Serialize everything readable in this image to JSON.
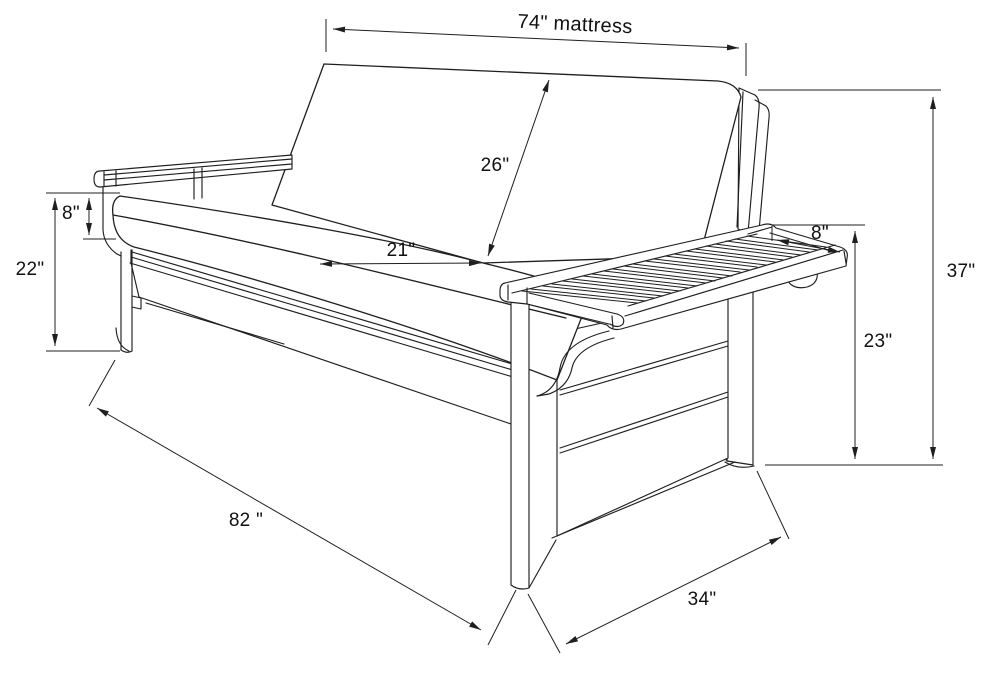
{
  "drawing": {
    "background": "#ffffff",
    "line_color": "#1f1f1f",
    "label_color": "#111111",
    "labels": {
      "mattress": "74\" mattress",
      "back_length": "26\"",
      "seat_depth": "21\"",
      "arm_to_seat": "8\"",
      "seat_height": "22\"",
      "tray_width": "8\"",
      "overall_height": "37\"",
      "arm_height": "23\"",
      "overall_length": "82 \"",
      "overall_depth": "34\""
    }
  }
}
